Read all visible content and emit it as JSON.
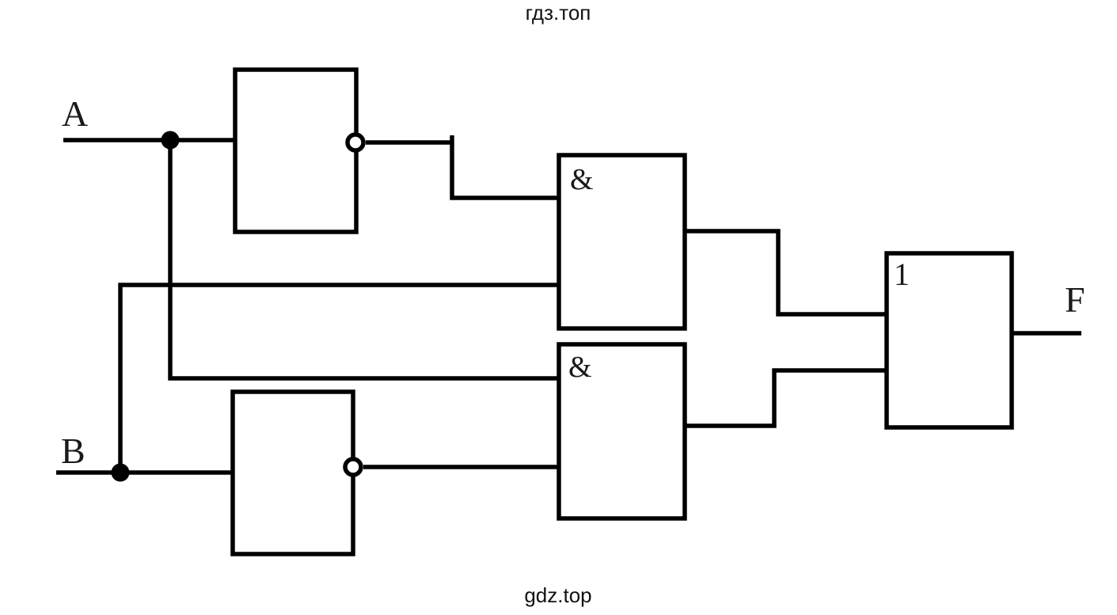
{
  "page": {
    "watermark_top": "гдз.топ",
    "watermark_bottom": "gdz.top",
    "background_color": "#ffffff",
    "line_color": "#000000"
  },
  "diagram": {
    "type": "logic-circuit",
    "description_visible_elements": "two inputs, two inverter boxes with output bubbles, two AND boxes, one OR box, one output",
    "inputs": {
      "a": "A",
      "b": "B"
    },
    "output": {
      "f": "F"
    },
    "gates": {
      "not_a": {
        "type": "NOT",
        "label": ""
      },
      "not_b": {
        "type": "NOT",
        "label": ""
      },
      "and_top": {
        "type": "AND",
        "label": "&"
      },
      "and_bottom": {
        "type": "AND",
        "label": "&"
      },
      "or_final": {
        "type": "OR",
        "label": "1"
      }
    }
  }
}
